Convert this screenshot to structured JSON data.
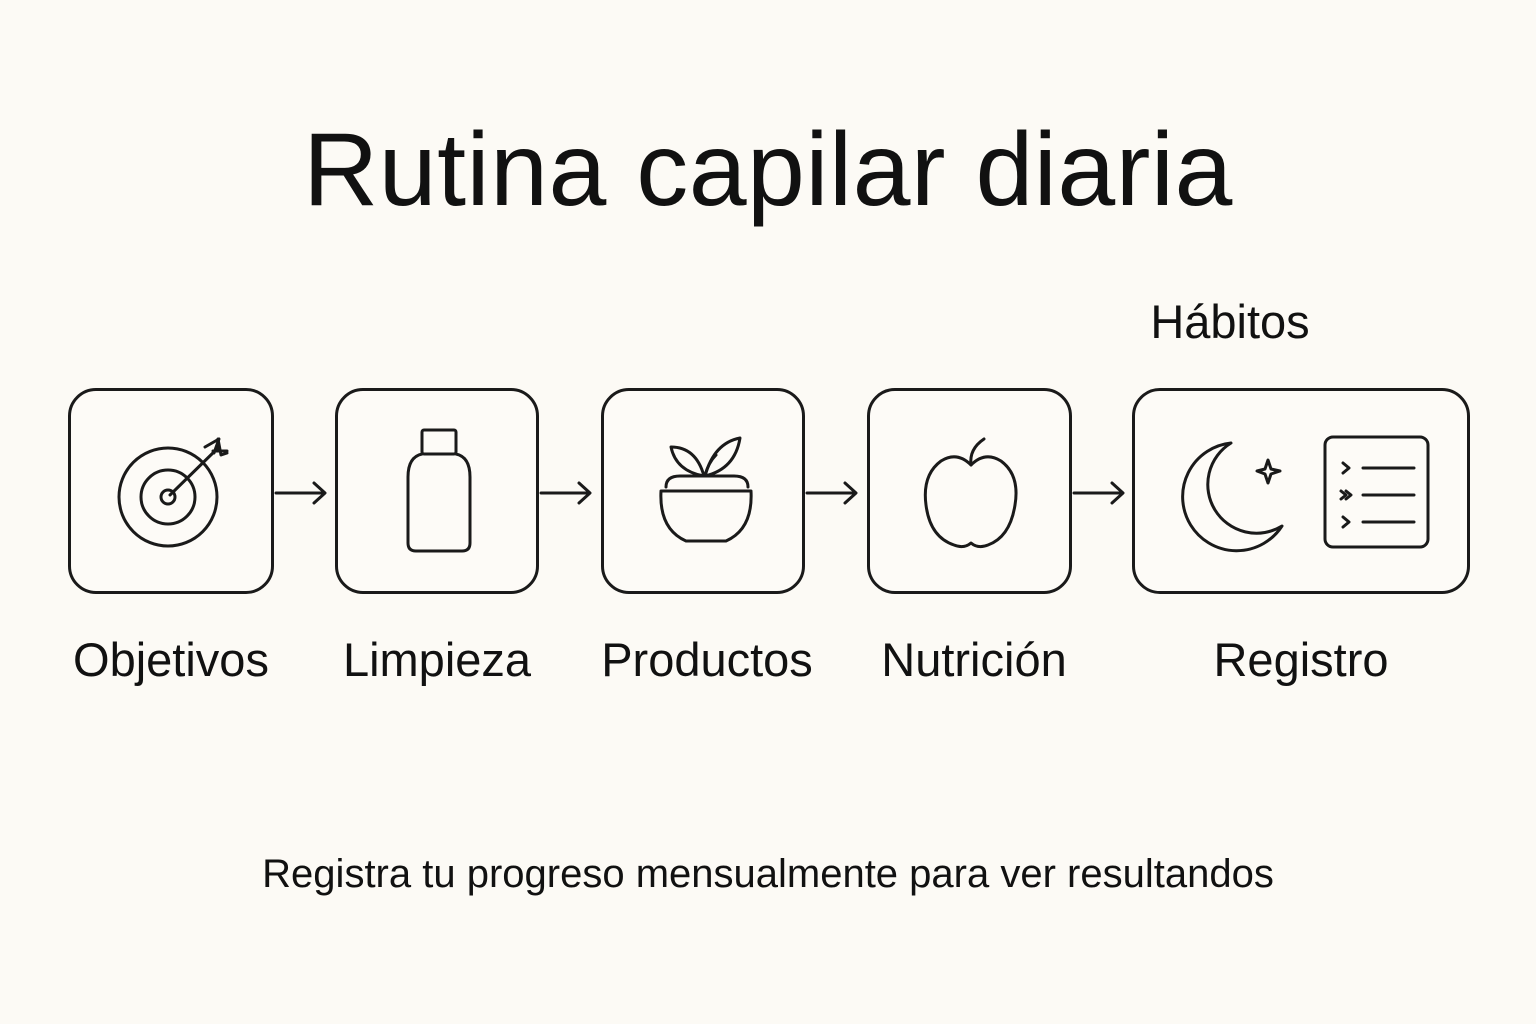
{
  "title": "Rutina capilar diaria",
  "group_label": "Hábitos",
  "steps": [
    {
      "label": "Objetivos",
      "icon": "target-icon"
    },
    {
      "label": "Limpieza",
      "icon": "bottle-icon"
    },
    {
      "label": "Productos",
      "icon": "leaf-bowl-icon"
    },
    {
      "label": "Nutrición",
      "icon": "apple-icon"
    },
    {
      "label": "Registro",
      "icon": "moon-and-checklist-icon"
    }
  ],
  "footer": "Registra tu progreso mensualmente para ver resultandos",
  "colors": {
    "background": "#fcfaf5",
    "stroke": "#1a1a1a"
  }
}
